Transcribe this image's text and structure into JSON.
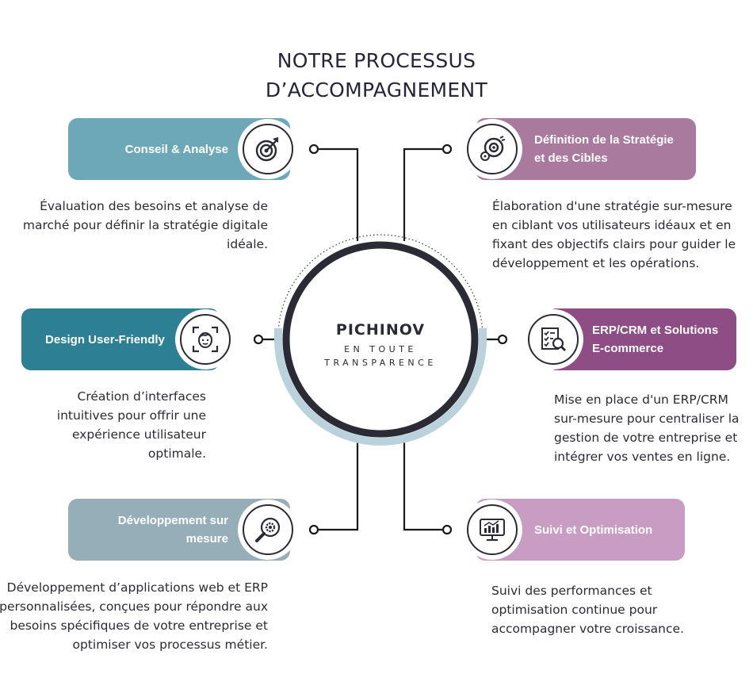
{
  "title": {
    "line1": "NOTRE PROCESSUS",
    "line2": "D’ACCOMPAGNEMENT"
  },
  "center": {
    "name": "PICHINOV",
    "tagline_line1": "EN TOUTE",
    "tagline_line2": "TRANSPARENCE"
  },
  "steps": {
    "conseil": {
      "label": "Conseil & Analyse",
      "desc_1": "Évaluation des besoins et analyse de",
      "desc_2": "marché pour définir la stratégie digitale",
      "desc_3": "idéale.",
      "icon": "target-icon",
      "color": "#6da8b8"
    },
    "strategie": {
      "label_1": "Définition de la Stratégie",
      "label_2": "et des Cibles",
      "desc_1": "Élaboration d'une stratégie sur-mesure",
      "desc_2": "en ciblant vos utilisateurs idéaux et en",
      "desc_3": "fixant des objectifs clairs pour guider le",
      "desc_4": "développement et les opérations.",
      "icon": "target-aim-icon",
      "color": "#a9799e"
    },
    "design": {
      "label": "Design User-Friendly",
      "desc_1": "Création d’interfaces",
      "desc_2": "intuitives pour offrir une",
      "desc_3": "expérience utilisateur",
      "desc_4": "optimale.",
      "icon": "face-scan-icon",
      "color": "#2d7f94"
    },
    "erp": {
      "label_1": "ERP/CRM et Solutions",
      "label_2": "E-commerce",
      "desc_1": "Mise en place d'un ERP/CRM",
      "desc_2": "sur-mesure pour centraliser la",
      "desc_3": "gestion de votre entreprise et",
      "desc_4": "intégrer vos ventes en ligne.",
      "icon": "checklist-search-icon",
      "color": "#8f4d86"
    },
    "dev": {
      "label_1": "Développement sur",
      "label_2": "mesure",
      "desc_1": "Développement d’applications web et ERP",
      "desc_2": "personnalisées, conçues pour répondre aux",
      "desc_3": "besoins spécifiques de votre entreprise et",
      "desc_4": "optimiser vos processus métier.",
      "icon": "gear-magnifier-icon",
      "color": "#96aeb8"
    },
    "suivi": {
      "label": "Suivi et Optimisation",
      "desc_1": "Suivi des performances et",
      "desc_2": "optimisation continue pour",
      "desc_3": "accompagner votre croissance.",
      "icon": "monitor-chart-icon",
      "color": "#c99cc4"
    }
  }
}
